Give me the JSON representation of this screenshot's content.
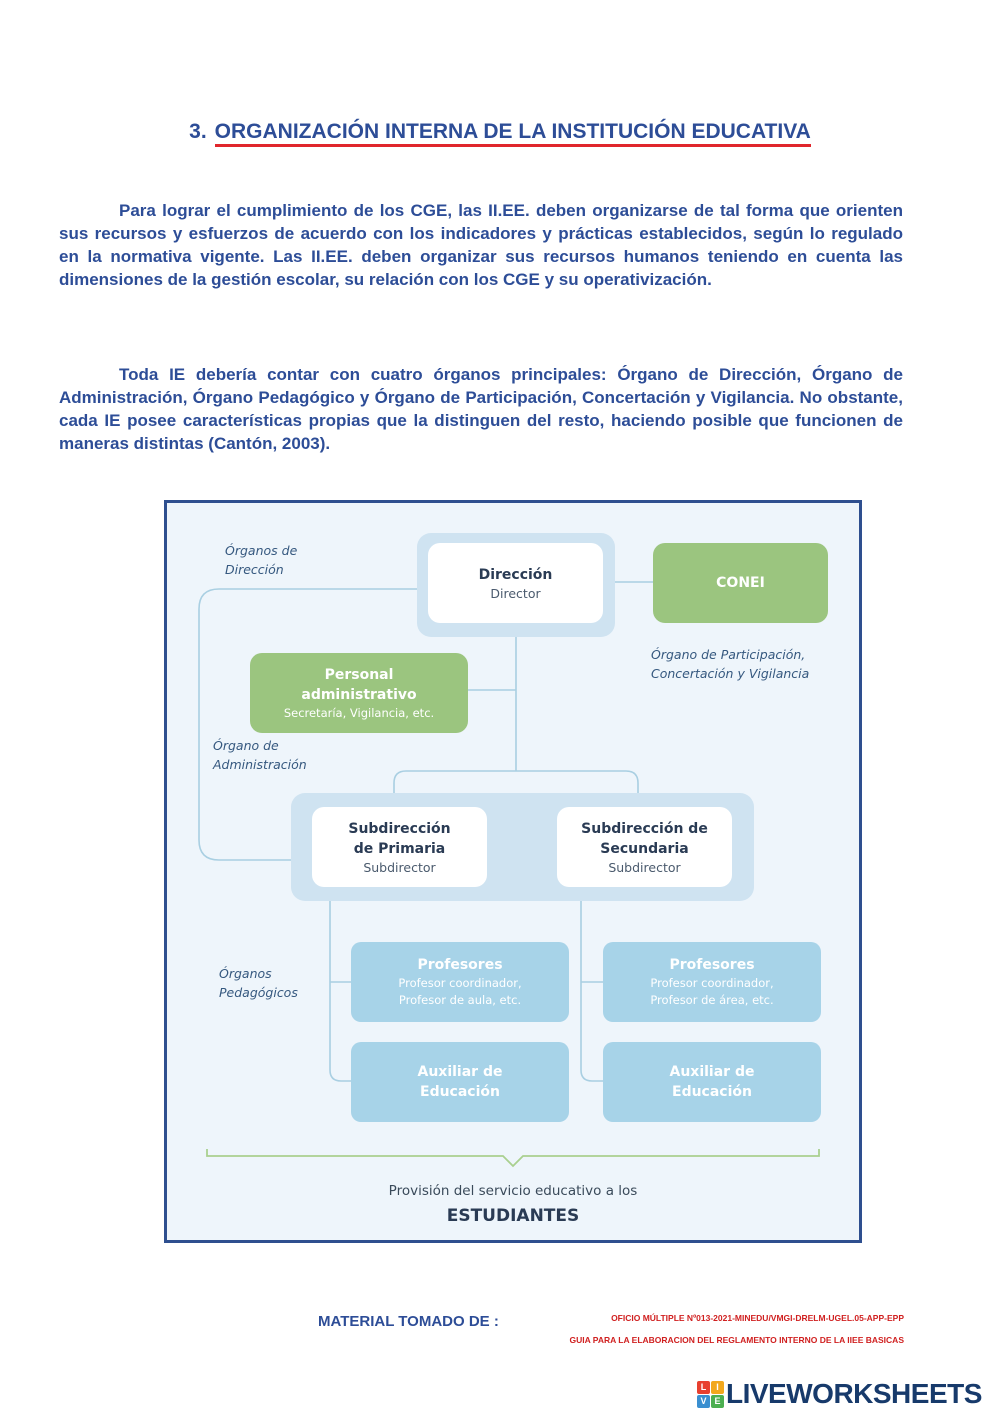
{
  "heading": {
    "number": "3.",
    "text": "ORGANIZACIÓN INTERNA DE LA INSTITUCIÓN EDUCATIVA"
  },
  "paragraphs": [
    "Para lograr el cumplimiento de los CGE, las II.EE. deben organizarse de tal forma que orienten sus recursos y esfuerzos de acuerdo con los indicadores y prácticas establecidos, según lo regulado en la normativa vigente. Las II.EE. deben organizar sus recursos humanos teniendo en cuenta las dimensiones de la gestión escolar, su relación con los CGE y su operativización.",
    "Toda IE debería contar con cuatro órganos principales: Órgano de Dirección, Órgano de Administración, Órgano Pedagógico y Órgano de Participación, Concertación y Vigilancia. No obstante, cada IE posee características propias que la distinguen del resto, haciendo posible que funcionen de maneras distintas (Cantón, 2003)."
  ],
  "diagram": {
    "labels": {
      "direccion": [
        "Órganos de",
        "Dirección"
      ],
      "participacion": [
        "Órgano de Participación,",
        "Concertación y Vigilancia"
      ],
      "administracion": [
        "Órgano de",
        "Administración"
      ],
      "pedagogicos": [
        "Órganos",
        "Pedagógicos"
      ]
    },
    "direccion": {
      "title": "Dirección",
      "sub": "Director"
    },
    "conei": {
      "title": "CONEI"
    },
    "personal": {
      "title": [
        "Personal",
        "administrativo"
      ],
      "sub": "Secretaría, Vigilancia, etc."
    },
    "sub_primaria": {
      "title": [
        "Subdirección",
        "de Primaria"
      ],
      "sub": "Subdirector"
    },
    "sub_secundaria": {
      "title": [
        "Subdirección de",
        "Secundaria"
      ],
      "sub": "Subdirector"
    },
    "prof_primaria": {
      "title": "Profesores",
      "sub": [
        "Profesor coordinador,",
        "Profesor de aula, etc."
      ]
    },
    "prof_secundaria": {
      "title": "Profesores",
      "sub": [
        "Profesor coordinador,",
        "Profesor de área, etc."
      ]
    },
    "aux_primaria": {
      "title": [
        "Auxiliar de",
        "Educación"
      ]
    },
    "aux_secundaria": {
      "title": [
        "Auxiliar de",
        "Educación"
      ]
    },
    "footer": {
      "line1": "Provisión del servicio educativo a los",
      "line2": "ESTUDIANTES"
    },
    "colors": {
      "green": "#9bc57f",
      "blue": "#a7d3e8",
      "halo": "#cfe3f1",
      "line": "#2e4f8f"
    }
  },
  "source": {
    "label": "MATERIAL TOMADO DE :",
    "line1": "OFICIO MÚLTIPLE Nº013-2021-MINEDU/VMGI-DRELM-UGEL.05-APP-EPP",
    "line2": "GUIA PARA LA ELABORACION DEL REGLAMENTO INTERNO DE LA IIEE BASICAS"
  },
  "logo": {
    "text": "LIVEWORKSHEETS",
    "mark": [
      "L",
      "I",
      "V",
      "E"
    ]
  }
}
